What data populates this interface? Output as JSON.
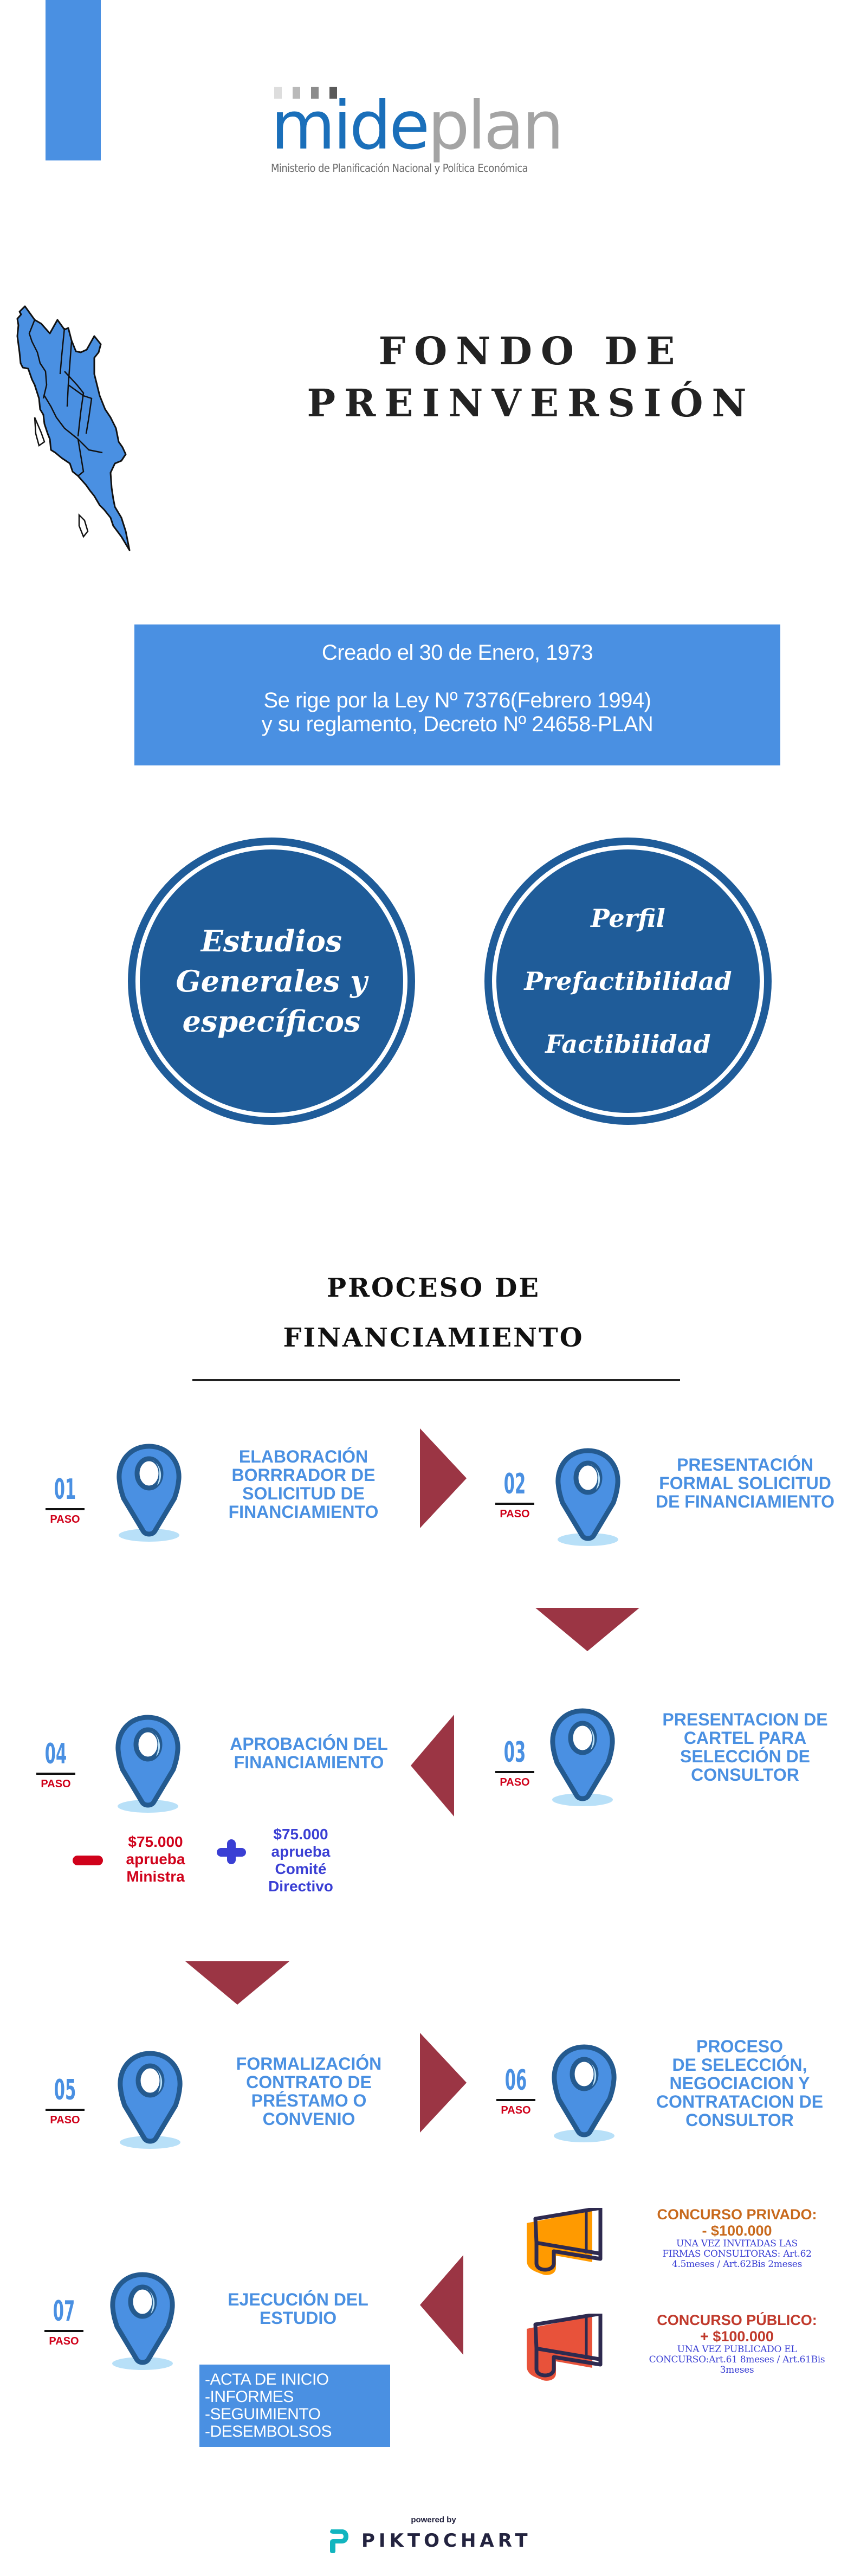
{
  "header": {
    "logo": {
      "word_part1": "mide",
      "word_part2": "plan",
      "subtitle": "Ministerio de Planificación Nacional y Política Económica",
      "square_colors": [
        "#dddddd",
        "#b9b9b9",
        "#8c8c8c",
        "#5a5a5a"
      ],
      "part1_color": "#1a6fba",
      "part2_color": "#a4a4a4"
    },
    "accent_color": "#4a90e2"
  },
  "title": {
    "line1": "FONDO DE",
    "line2": "PREINVERSIÓN",
    "map_icon": "costa-rica-map",
    "map_color": "#4a90e2"
  },
  "info": {
    "created": "Creado el 30 de Enero, 1973",
    "law_line1": "Se rige por la Ley Nº 7376(Febrero 1994)",
    "law_line2": "y su reglamento, Decreto Nº 24658-PLAN"
  },
  "study_circles": [
    {
      "lines": [
        "Estudios",
        "Generales y",
        "específicos"
      ]
    },
    {
      "lines": [
        "Perfil",
        "Prefactibilidad",
        "Factibilidad"
      ]
    }
  ],
  "process": {
    "title_line1": "PROCESO DE",
    "title_line2": "FINANCIAMIENTO",
    "step_label": "PASO",
    "steps": [
      {
        "number": "01",
        "title": [
          "ELABORACIÓN",
          "BORRRADOR DE",
          "SOLICITUD DE",
          "FINANCIAMIENTO"
        ]
      },
      {
        "number": "02",
        "title": [
          "PRESENTACIÓN",
          "FORMAL  SOLICITUD",
          "DE FINANCIAMIENTO"
        ]
      },
      {
        "number": "03",
        "title": [
          "PRESENTACION  DE",
          "CARTEL PARA",
          "SELECCIÓN DE",
          "CONSULTOR"
        ]
      },
      {
        "number": "04",
        "title": [
          "APROBACIÓN DEL",
          "FINANCIAMIENTO"
        ]
      },
      {
        "number": "05",
        "title": [
          "FORMALIZACIÓN",
          "CONTRATO DE",
          "PRÉSTAMO O",
          "CONVENIO"
        ]
      },
      {
        "number": "06",
        "title": [
          "PROCESO",
          "DE SELECCIÓN,",
          "NEGOCIACION Y",
          "CONTRATACION DE",
          "CONSULTOR"
        ]
      },
      {
        "number": "07",
        "title": [
          "EJECUCIÓN DEL",
          "ESTUDIO"
        ]
      }
    ],
    "approval": {
      "minus": {
        "icon": "minus-icon",
        "lines": [
          "$75.000",
          "aprueba",
          "Ministra"
        ],
        "color": "#d0021b"
      },
      "plus": {
        "icon": "plus-icon",
        "lines": [
          "$75.000",
          "aprueba",
          "Comité",
          "Directivo"
        ],
        "color": "#3a3fd4"
      }
    },
    "execution_items": [
      "-ACTA DE INICIO",
      "-INFORMES",
      "-SEGUIMIENTO",
      "-DESEMBOLSOS"
    ],
    "concursos": [
      {
        "icon": "megaphone-icon",
        "head_line1": "CONCURSO PRIVADO:",
        "head_line2": "- $100.000",
        "body": [
          "UNA VEZ INVITADAS LAS",
          "FIRMAS CONSULTORAS: Art.62",
          "4.5meses / Art.62Bis 2meses"
        ],
        "head_color": "#c8691c",
        "icon_color": "#ff9a00"
      },
      {
        "icon": "megaphone-icon",
        "head_line1": "CONCURSO PÚBLICO:",
        "head_line2": "+ $100.000",
        "body": [
          "UNA VEZ PUBLICADO EL",
          "CONCURSO:Art.61 8meses / Art.61Bis",
          "3meses"
        ],
        "head_color": "#c0392b",
        "icon_color": "#e8523a"
      }
    ],
    "colors": {
      "step_title": "#4a90e2",
      "step_number": "#4a90e2",
      "paso": "#d0021b",
      "arrow": "#9b3544",
      "pin_fill": "#4a90e2",
      "pin_stroke": "#245a8f",
      "pin_shadow": "#b8e0f8"
    }
  },
  "footer": {
    "powered_by": "powered by",
    "brand": "PIKTOCHART",
    "brand_icon": "piktochart-logo-icon"
  }
}
